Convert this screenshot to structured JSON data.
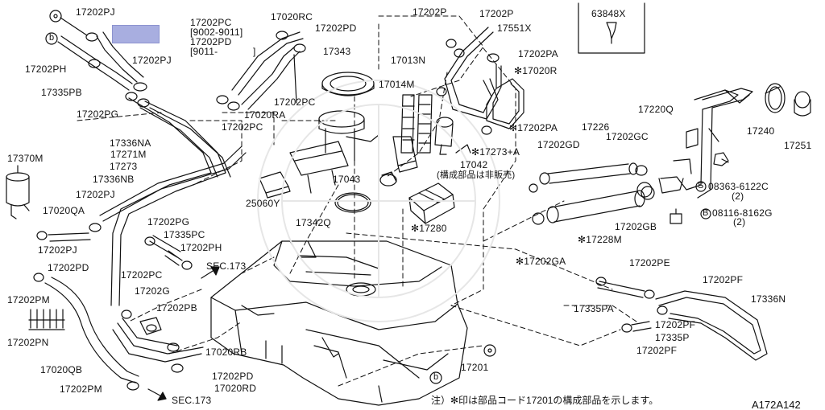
{
  "labels": {
    "p17202PJ_a": "17202PJ",
    "p17202PH_a": "17202PH",
    "p17202PJ_b": "17202PJ",
    "p17335PB": "17335PB",
    "p17202PG_a": "17202PG",
    "p17202PC_top": "17202PC",
    "p9002_9011": "[9002-9011]",
    "p17202PD_top": "17202PD",
    "p9011": "[9011-",
    "p9011_bracket": "]",
    "p17020RC": "17020RC",
    "p17202PD_b": "17202PD",
    "p17343": "17343",
    "p17202P_a": "17202P",
    "p17202P_b": "17202P",
    "p17551X": "17551X",
    "p17202PA_a": "17202PA",
    "p17020R": "✻17020R",
    "p63848X": "63848X",
    "p17013N": "17013N",
    "p17014M": "17014M",
    "p17202PC_b": "17202PC",
    "p17020RA": "17020RA",
    "p17202PC_c": "17202PC",
    "p17202PA_b": "✻17202PA",
    "p17220Q": "17220Q",
    "p17240": "17240",
    "p17251": "17251",
    "p17370M": "17370M",
    "p17336NA": "17336NA",
    "p17271M": "17271M",
    "p17273": "17273",
    "p17336NB": "17336NB",
    "p17273A": "✻17273+A",
    "p17042": "17042",
    "p17042_note": "(構成部品は非販売)",
    "p17226": "17226",
    "p17202GD": "17202GD",
    "p17202GC": "17202GC",
    "p17043": "17043",
    "p25060Y": "25060Y",
    "p17342Q": "17342Q",
    "p17280": "✻17280",
    "p17202PJ_c": "17202PJ",
    "p17020QA": "17020QA",
    "p17202PJ_d": "17202PJ",
    "p17202PG_b": "17202PG",
    "p17335PC": "17335PC",
    "p17202PH_b": "17202PH",
    "p08363": "08363-6122C",
    "p08363_qty": "(2)",
    "p08116": "08116-8162G",
    "p08116_qty": "(2)",
    "p17202GB": "17202GB",
    "p17228M": "✻17228M",
    "p17202PD_c": "17202PD",
    "p17202PC_d": "17202PC",
    "pSEC173_a": "SEC.173",
    "p17202GA": "✻17202GA",
    "p17202PE": "17202PE",
    "p17202PF_a": "17202PF",
    "p17202PM_a": "17202PM",
    "p17202G": "17202G",
    "p17202PB": "17202PB",
    "p17335PA": "17335PA",
    "p17336N": "17336N",
    "p17202PN": "17202PN",
    "p17020RB": "17020RB",
    "p17202PF_b": "17202PF",
    "p17335P": "17335P",
    "p17202PF_c": "17202PF",
    "p17020QB": "17020QB",
    "p17202PD_d": "17202PD",
    "p17020RD": "17020RD",
    "p17201": "17201",
    "p17202PM_b": "17202PM",
    "pSEC173_b": "SEC.173"
  },
  "markers": {
    "circle_a": "a",
    "circle_b": "b",
    "bolt_S": "S",
    "bolt_B": "B"
  },
  "footnote": "注）✻印は部品コード17201の構成部品を示します。",
  "diagram_code": "A172A142"
}
